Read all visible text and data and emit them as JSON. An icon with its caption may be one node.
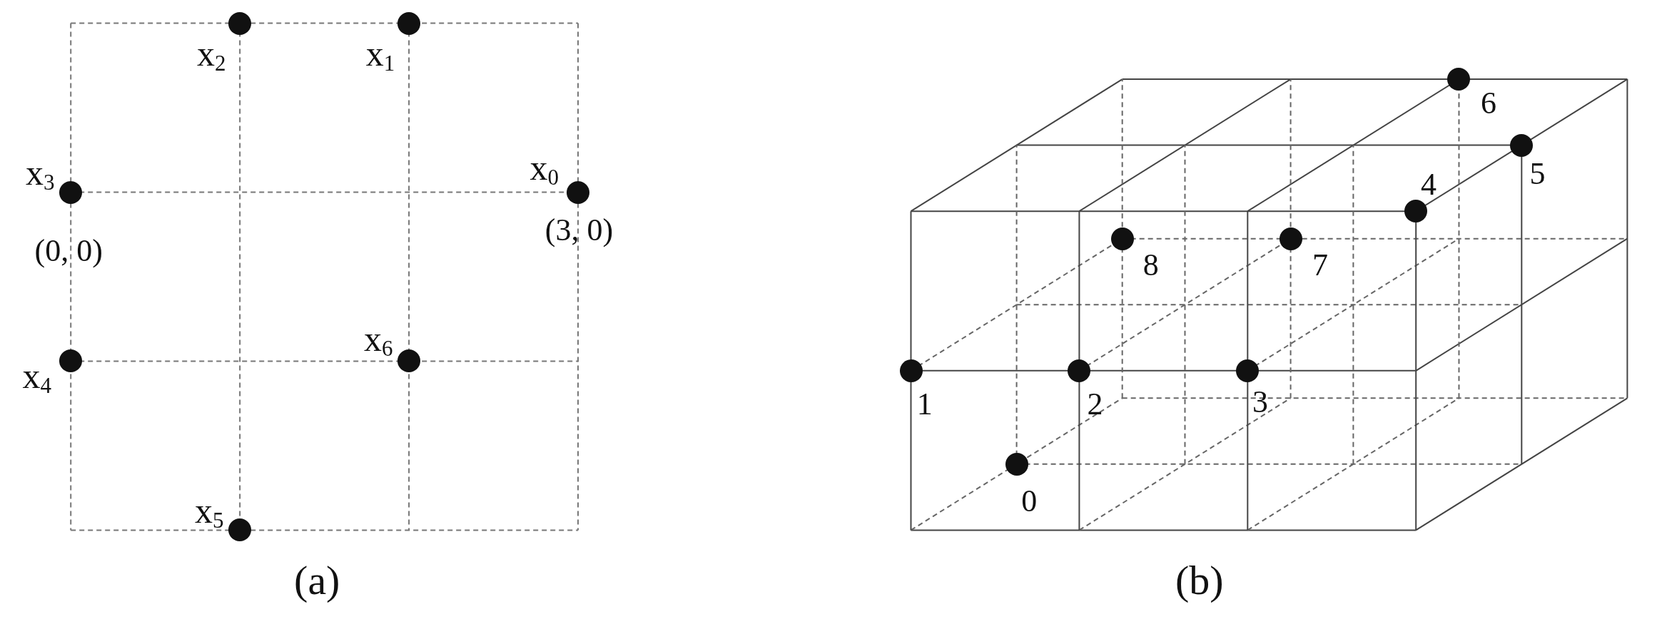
{
  "diagram": {
    "nodes": [
      {
        "text": [],
        "shape": "circle",
        "beside": [
          "x$_{2}$"
        ]
      },
      {
        "text": [],
        "shape": "circle",
        "beside": [
          "x$_{1}$"
        ]
      },
      {
        "text": [],
        "shape": "circle",
        "beside": [
          "x$_{3}$",
          "(0, 0)"
        ]
      },
      {
        "text": [],
        "shape": "circle",
        "beside": [
          "x$_{0}$",
          "(3, 0)"
        ]
      },
      {
        "text": [],
        "shape": "circle",
        "beside": [
          "x$_{4}$"
        ]
      },
      {
        "text": [],
        "shape": "circle",
        "beside": [
          "x$_{6}$"
        ]
      },
      {
        "text": [],
        "shape": "circle",
        "beside": [
          "x$_{5}$"
        ]
      },
      {
        "text": [],
        "shape": "circle",
        "beside": [
          "6"
        ]
      },
      {
        "text": [],
        "shape": "circle",
        "beside": [
          "5"
        ]
      },
      {
        "text": [],
        "shape": "circle",
        "beside": [
          "4"
        ]
      },
      {
        "text": [],
        "shape": "circle",
        "beside": [
          "8"
        ]
      },
      {
        "text": [],
        "shape": "circle",
        "beside": [
          "7"
        ]
      },
      {
        "text": [],
        "shape": "circle",
        "beside": [
          "1"
        ]
      },
      {
        "text": [],
        "shape": "circle",
        "beside": [
          "2"
        ]
      },
      {
        "text": [],
        "shape": "circle",
        "beside": [
          "3"
        ]
      },
      {
        "text": [],
        "shape": "circle",
        "beside": [
          "0"
        ]
      }
    ],
    "labels": [
      "(a)",
      "(b)"
    ]
  }
}
